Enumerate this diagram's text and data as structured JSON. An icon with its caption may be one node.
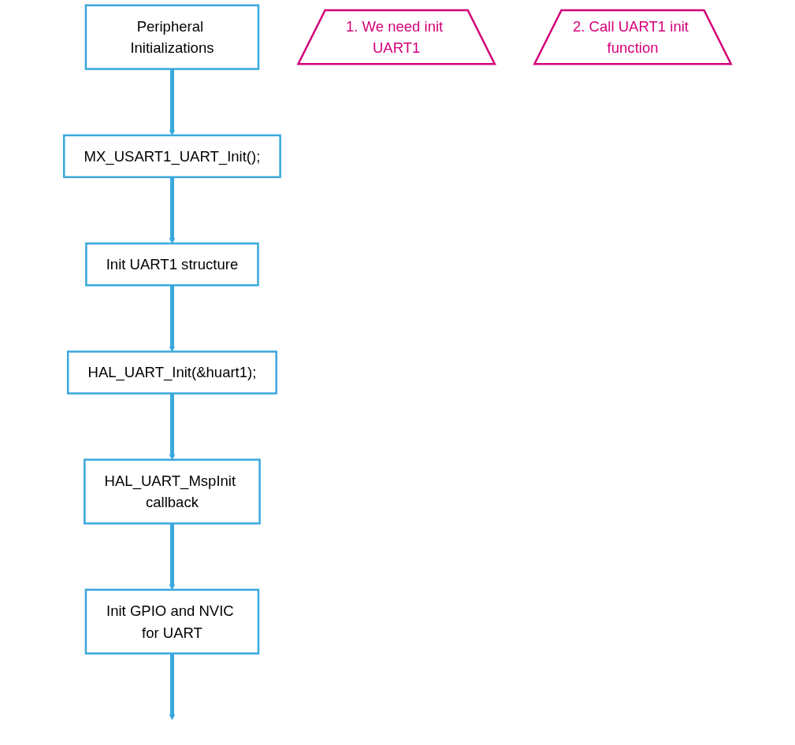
{
  "diagram": {
    "nodes": [
      {
        "text": [
          "Peripheral Initializations"
        ]
      },
      {
        "text": [
          "MX_USART1_UART_Init();"
        ]
      },
      {
        "text": [
          "Init UART1 structure"
        ]
      },
      {
        "text": [
          "HAL_UART_Init(&huart1);"
        ]
      },
      {
        "text": [
          "HAL_UART_MspInit callback"
        ]
      },
      {
        "text": [
          "Init GPIO and NVIC for UART"
        ]
      },
      {
        "text": [
          "1. We need init UART1"
        ]
      },
      {
        "text": [
          "2. Call UART1 init function"
        ]
      }
    ],
    "edges": [
      {
        "from": 0,
        "to": 1,
        "arrow": "to"
      },
      {
        "from": 1,
        "to": 2,
        "arrow": "to"
      },
      {
        "from": 2,
        "to": 3,
        "arrow": "to"
      },
      {
        "from": 3,
        "to": 4,
        "arrow": "to"
      },
      {
        "from": 4,
        "to": 5,
        "arrow": "to"
      },
      {
        "from": 5,
        "to": null,
        "arrow": "to"
      }
    ]
  }
}
